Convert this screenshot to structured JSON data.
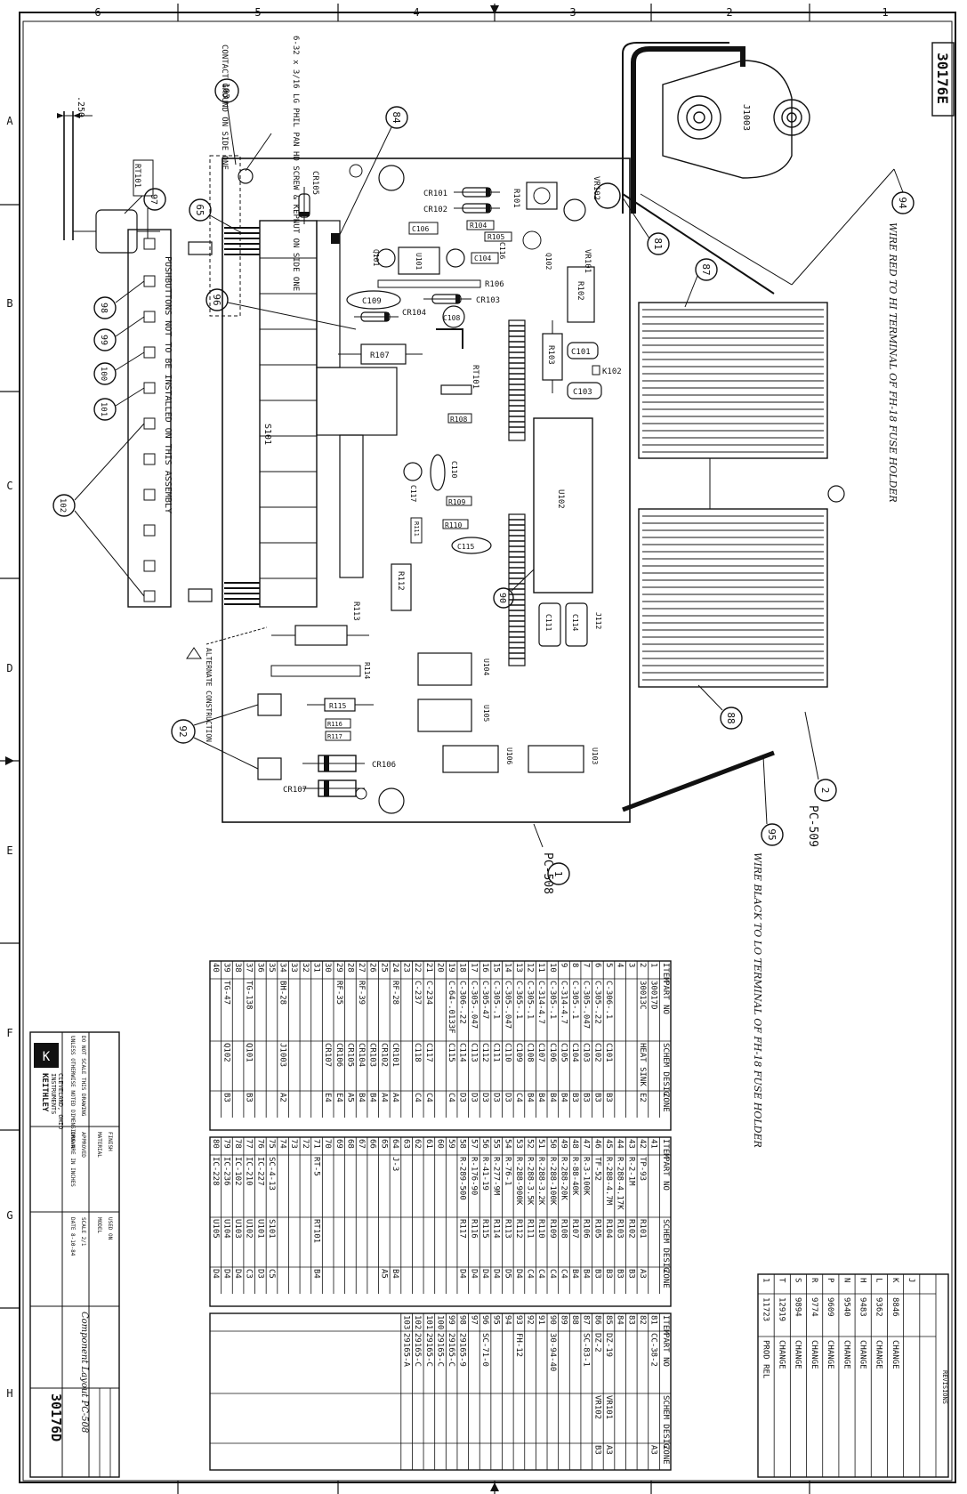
{
  "drawing": {
    "number": "30176D",
    "number_stamp": "30176E",
    "title": "Component Layout PC-508",
    "company": "KEITHLEY",
    "company_sub": "INSTRUMENTS",
    "company_loc": "CLEVELAND, OHIO"
  },
  "zones": {
    "cols": [
      "6",
      "5",
      "4",
      "3",
      "2",
      "1"
    ],
    "rows": [
      "A",
      "B",
      "C",
      "D",
      "E",
      "F",
      "G",
      "H"
    ]
  },
  "board": {
    "label": "PC-508",
    "label_balloon": "1",
    "heatsink_label": "PC-509",
    "heatsink_balloon": "2"
  },
  "parts": {
    "J1003": "J1003",
    "CR101": "CR101",
    "CR102": "CR102",
    "CR103": "CR103",
    "CR104": "CR104",
    "CR105": "CR105",
    "CR106": "CR106",
    "CR107": "CR107",
    "C101": "C101",
    "C103": "C103",
    "C106": "C106",
    "C108": "C108",
    "C109": "C109",
    "C110": "C110",
    "C111": "C111",
    "C114": "C114",
    "C115": "C115",
    "C116": "C116",
    "C117": "C117",
    "R101": "R101",
    "R102": "R102",
    "R103": "R103",
    "R104": "R104",
    "R105": "R105",
    "R106": "R106",
    "R107": "R107",
    "R108": "R108",
    "R109": "R109",
    "R110": "R110",
    "R111": "R111",
    "R112": "R112",
    "R113": "R113",
    "R114": "R114",
    "R115": "R115",
    "R116": "R116",
    "R117": "R117",
    "RT101": "RT101",
    "RT101b": "RT101",
    "S101": "S101",
    "U101": "U101",
    "U102": "U102",
    "U103": "U103",
    "U104": "U104",
    "U105": "U105",
    "U106": "U106",
    "VR101": "VR101",
    "VR102": "VR102",
    "Q101": "Q101",
    "Q102": "Q102",
    "K102": "K102",
    "J112": "J112"
  },
  "balloons": {
    "b81": "81",
    "b84": "84",
    "b87": "87",
    "b88": "88",
    "b90": "90",
    "b92": "92",
    "b94": "94",
    "b95": "95",
    "b96": "96",
    "b97": "97",
    "b98": "98",
    "b99": "99",
    "b100": "100",
    "b101": "101",
    "b102": "102",
    "b103": "103",
    "b65": "65"
  },
  "notes": {
    "wire_red": "WIRE RED TO HI TERMINAL OF FH-18 FUSE HOLDER",
    "wire_black": "WIRE BLACK TO LO TERMINAL OF FH-18 FUSE HOLDER",
    "pushbuttons": "PUSHBUTTONS NOT TO BE INSTALLED ON THIS ASSEMBLY",
    "contact_ground": "CONTACT GROUND ON SIDE ONE",
    "screw": "6-32 x 3/16 LG PHIL PAN HD SCREW & KEPNUT ON SIDE ONE",
    "alternate": "ALTERNATE CONSTRUCTION",
    "dim": ".250"
  },
  "bom": {
    "headers": [
      "ITEM",
      "PART NO",
      "SCHEM DESIG",
      "ZONE"
    ],
    "col1": [
      [
        "1",
        "30017D",
        "",
        ""
      ],
      [
        "2",
        "30013C",
        "HEAT SINK",
        "E2"
      ],
      [
        "3",
        "",
        "",
        ""
      ],
      [
        "4",
        "",
        "",
        ""
      ],
      [
        "5",
        "C-306-.1",
        "C101",
        "B3"
      ],
      [
        "6",
        "C-305-.22",
        "C102",
        "B3"
      ],
      [
        "7",
        "C-305-.047",
        "C103",
        "B3"
      ],
      [
        "8",
        "C-305-.1",
        "C104",
        "B3"
      ],
      [
        "9",
        "C-314-4.7",
        "C105",
        "B4"
      ],
      [
        "10",
        "C-305-.1",
        "C106",
        "B4"
      ],
      [
        "11",
        "C-314-4.7",
        "C107",
        "B4"
      ],
      [
        "12",
        "C-305-.1",
        "C108",
        "B4"
      ],
      [
        "13",
        "C-365-.1",
        "C109",
        "C4"
      ],
      [
        "14",
        "C-305-.047",
        "C110",
        "D3"
      ],
      [
        "15",
        "C-305-.1",
        "C111",
        "D3"
      ],
      [
        "16",
        "C-305-47",
        "C112",
        "D3"
      ],
      [
        "17",
        "C-305-.047",
        "C113",
        "D3"
      ],
      [
        "18",
        "C-306-.22",
        "C114",
        "D3"
      ],
      [
        "19",
        "C-64-.0133F",
        "C115",
        "C4"
      ],
      [
        "20",
        "",
        "",
        ""
      ],
      [
        "21",
        "C-234",
        "C117",
        "C4"
      ],
      [
        "22",
        "C-237",
        "C118",
        "C4"
      ],
      [
        "23",
        "",
        "",
        ""
      ],
      [
        "24",
        "RF-28",
        "CR101",
        "A4"
      ],
      [
        "25",
        "",
        "CR102",
        "A4"
      ],
      [
        "26",
        "",
        "CR103",
        "B4"
      ],
      [
        "27",
        "RF-39",
        "CR104",
        "B4"
      ],
      [
        "28",
        "",
        "CR105",
        "A5"
      ],
      [
        "29",
        "RF-35",
        "CR106",
        "E4"
      ],
      [
        "30",
        "",
        "CR107",
        "E4"
      ],
      [
        "31",
        "",
        "",
        ""
      ],
      [
        "32",
        "",
        "",
        ""
      ],
      [
        "33",
        "",
        "",
        ""
      ],
      [
        "34",
        "BH-28",
        "J1003",
        "A2"
      ],
      [
        "35",
        "",
        "",
        ""
      ],
      [
        "36",
        "",
        "",
        ""
      ],
      [
        "37",
        "TG-138",
        "Q101",
        "B3"
      ],
      [
        "38",
        "",
        "",
        ""
      ],
      [
        "39",
        "TG-47",
        "Q102",
        "B3"
      ],
      [
        "40",
        "",
        "",
        ""
      ]
    ],
    "col2": [
      [
        "41",
        "",
        "",
        ""
      ],
      [
        "42",
        "TP-93",
        "R101",
        "A3"
      ],
      [
        "43",
        "R-2-1M",
        "R102",
        "B3"
      ],
      [
        "44",
        "R-288-4.17K",
        "R103",
        "B3"
      ],
      [
        "45",
        "R-288-4.7M",
        "R104",
        "B3"
      ],
      [
        "46",
        "TF-52",
        "R105",
        "B3"
      ],
      [
        "47",
        "R-3-100K",
        "R106",
        "B4"
      ],
      [
        "48",
        "R-88-40K",
        "R107",
        "B4"
      ],
      [
        "49",
        "R-288-20K",
        "R108",
        "C4"
      ],
      [
        "50",
        "R-288-100K",
        "R109",
        "C4"
      ],
      [
        "51",
        "R-288-3.2K",
        "R110",
        "C4"
      ],
      [
        "52",
        "R-288-3.5K",
        "R111",
        "C4"
      ],
      [
        "53",
        "R-288-900K",
        "R112",
        "D4"
      ],
      [
        "54",
        "R-76-1",
        "R113",
        "D5"
      ],
      [
        "55",
        "R-277-9M",
        "R114",
        "D4"
      ],
      [
        "56",
        "R-41-19",
        "R115",
        "D4"
      ],
      [
        "57",
        "R-176-90",
        "R116",
        "D4"
      ],
      [
        "58",
        "R-289-500",
        "R117",
        "D4"
      ],
      [
        "59",
        "",
        "",
        ""
      ],
      [
        "60",
        "",
        "",
        ""
      ],
      [
        "61",
        "",
        "",
        ""
      ],
      [
        "62",
        "",
        "",
        ""
      ],
      [
        "63",
        "",
        "",
        ""
      ],
      [
        "64",
        "J-3",
        "",
        "B4"
      ],
      [
        "65",
        "",
        "",
        "A5"
      ],
      [
        "66",
        "",
        "",
        ""
      ],
      [
        "67",
        "",
        "",
        ""
      ],
      [
        "68",
        "",
        "",
        ""
      ],
      [
        "69",
        "",
        "",
        ""
      ],
      [
        "70",
        "",
        "",
        ""
      ],
      [
        "71",
        "RT-5",
        "RT101",
        "B4"
      ],
      [
        "72",
        "",
        "",
        ""
      ],
      [
        "73",
        "",
        "",
        ""
      ],
      [
        "74",
        "",
        "",
        ""
      ],
      [
        "75",
        "SC-4-13",
        "S101",
        "C5"
      ],
      [
        "76",
        "IC-227",
        "U101",
        "D3"
      ],
      [
        "77",
        "IC-210",
        "U102",
        "C3"
      ],
      [
        "78",
        "IC-102",
        "U103",
        "D4"
      ],
      [
        "79",
        "IC-236",
        "U104",
        "D4"
      ],
      [
        "80",
        "IC-228",
        "U105",
        "D4"
      ]
    ],
    "col3": [
      [
        "81",
        "CC-38-2",
        "",
        "A3"
      ],
      [
        "82",
        "",
        "",
        ""
      ],
      [
        "83",
        "",
        "",
        ""
      ],
      [
        "84",
        "",
        "",
        ""
      ],
      [
        "85",
        "DZ-19",
        "VR101",
        "A3"
      ],
      [
        "86",
        "DZ-2",
        "VR102",
        "B3"
      ],
      [
        "87",
        "SC-83-1",
        "",
        ""
      ],
      [
        "88",
        "",
        "",
        ""
      ],
      [
        "89",
        "",
        "",
        ""
      ],
      [
        "90",
        "30-94-40",
        "",
        ""
      ],
      [
        "91",
        "",
        "",
        ""
      ],
      [
        "92",
        "",
        "",
        ""
      ],
      [
        "93",
        "FH-12",
        "",
        ""
      ],
      [
        "94",
        "",
        "",
        ""
      ],
      [
        "95",
        "",
        "",
        ""
      ],
      [
        "96",
        "SC-71-0",
        "",
        ""
      ],
      [
        "97",
        "",
        "",
        ""
      ],
      [
        "98",
        "29165-9",
        "",
        ""
      ],
      [
        "99",
        "29165-C",
        "",
        ""
      ],
      [
        "100",
        "29165-C",
        "",
        ""
      ],
      [
        "101",
        "29165-C",
        "",
        ""
      ],
      [
        "102",
        "29165-C",
        "",
        ""
      ],
      [
        "103",
        "29165-A",
        "",
        ""
      ]
    ]
  },
  "title_block": {
    "tolerances": "UNLESS OTHERWISE NOTED DIMENSIONS ARE IN INCHES",
    "do_not_scale": "DO NOT SCALE THIS DRAWING",
    "scale": "SCALE 2/1",
    "date": "DATE 8-10-84",
    "drawn": "DRAWN",
    "approved": "APPROVED",
    "model": "MODEL",
    "used_on": "USED ON",
    "finish": "FINISH",
    "material": "MATERIAL"
  },
  "revisions": {
    "header": "REVISIONS",
    "rows": [
      [
        "1",
        "11723",
        "PROD REL"
      ],
      [
        "T",
        "12919",
        "CHANGE"
      ],
      [
        "S",
        "9894",
        "CHANGE"
      ],
      [
        "R",
        "9774",
        "CHANGE"
      ],
      [
        "P",
        "9609",
        "CHANGE"
      ],
      [
        "N",
        "9540",
        "CHANGE"
      ],
      [
        "H",
        "9483",
        "CHANGE"
      ],
      [
        "L",
        "9362",
        "CHANGE"
      ],
      [
        "K",
        "8846",
        "CHANGE"
      ],
      [
        "J",
        "",
        ""
      ],
      [
        "",
        "",
        ""
      ]
    ]
  }
}
